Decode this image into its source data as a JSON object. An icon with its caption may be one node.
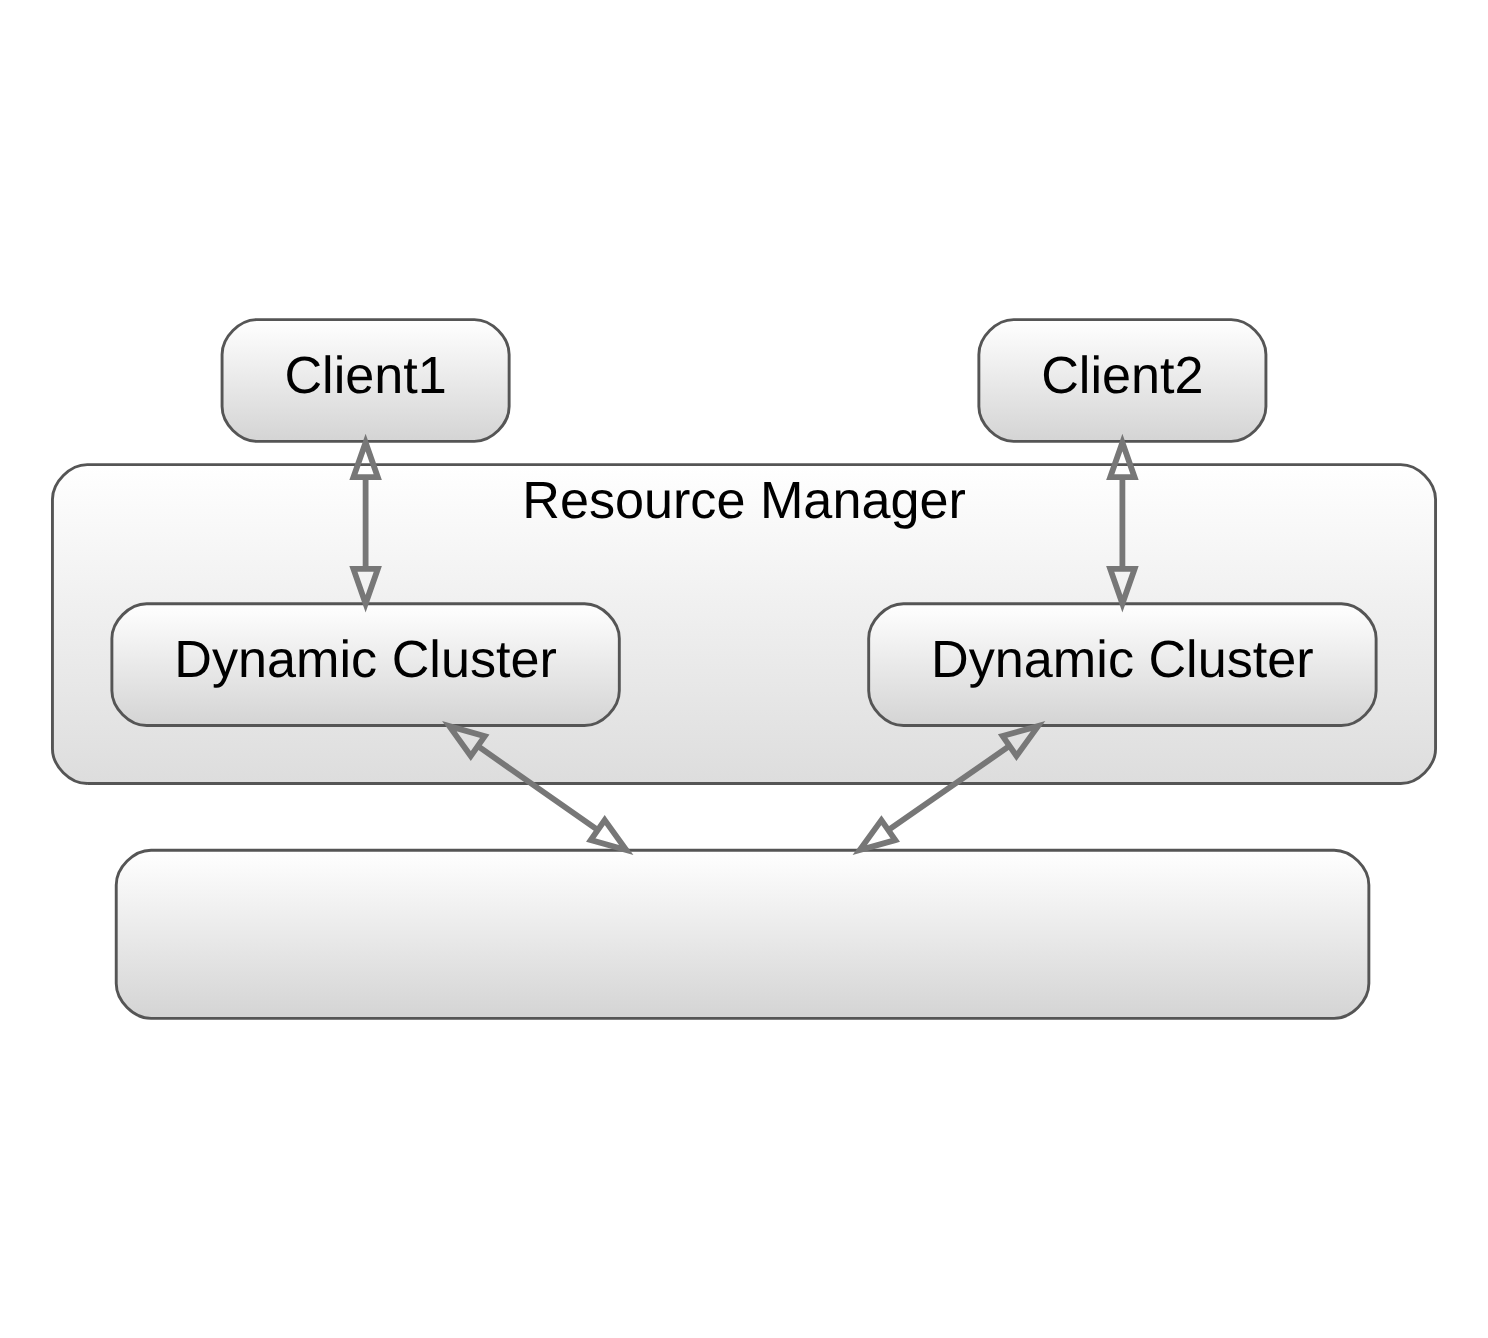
{
  "diagram": {
    "nodes": [
      {
        "text": [
          "Client1"
        ]
      },
      {
        "text": [
          "Client2"
        ]
      },
      {
        "text": [
          "Resource Manager"
        ]
      },
      {
        "text": [
          "Dynamic Cluster"
        ],
        "in": 2
      },
      {
        "text": [
          "Dynamic Cluster"
        ],
        "in": 2
      },
      {
        "text": [],
        "shape": "box"
      }
    ],
    "edges": [
      {
        "from": 0,
        "to": 3,
        "arrow": "both"
      },
      {
        "from": 1,
        "to": 4,
        "arrow": "both"
      },
      {
        "from": 3,
        "to": 5,
        "arrow": "both"
      },
      {
        "from": 4,
        "to": 5,
        "arrow": "both"
      }
    ]
  }
}
